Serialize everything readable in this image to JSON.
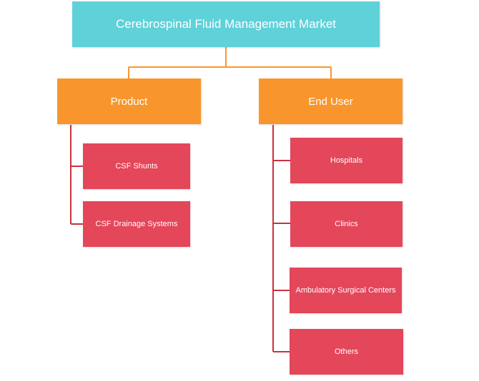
{
  "title": "Cerebrospinal Fluid Management Market",
  "colors": {
    "root": "#5fd1d9",
    "branch": "#f8962d",
    "leaf": "#e4465a",
    "connector_top": "#f8962d",
    "connector_leaf": "#c8323f"
  },
  "branches": [
    {
      "label": "Product",
      "children": [
        "CSF Shunts",
        "CSF Drainage Systems"
      ]
    },
    {
      "label": "End User",
      "children": [
        "Hospitals",
        "Clinics",
        "Ambulatory Surgical Centers",
        "Others"
      ]
    }
  ]
}
